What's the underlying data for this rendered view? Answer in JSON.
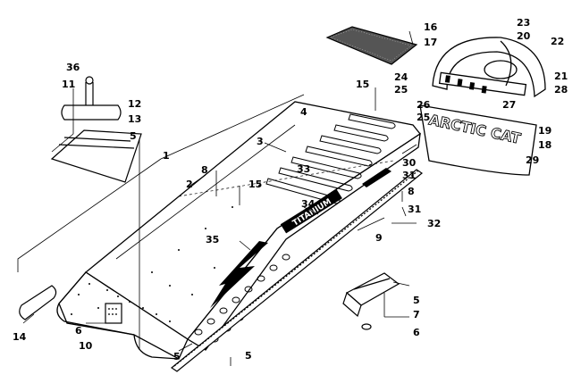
{
  "diagram": {
    "decals": {
      "tunnel_decal": "TITANIUM",
      "flap_logo": "ARCTIC CAT"
    },
    "callouts": [
      "1",
      "2",
      "3",
      "4",
      "5",
      "6",
      "7",
      "8",
      "9",
      "10",
      "11",
      "12",
      "13",
      "14",
      "15",
      "16",
      "17",
      "18",
      "19",
      "20",
      "21",
      "22",
      "23",
      "24",
      "25",
      "26",
      "27",
      "28",
      "29",
      "30",
      "31",
      "32",
      "33",
      "34",
      "35",
      "36"
    ]
  }
}
